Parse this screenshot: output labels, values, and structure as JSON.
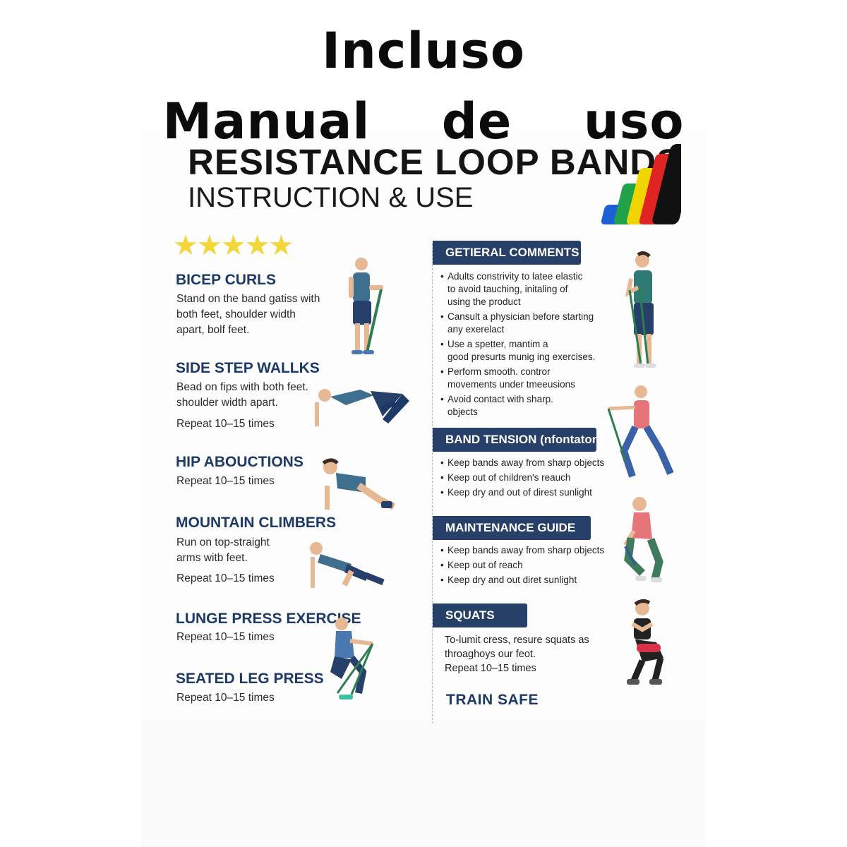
{
  "banner": {
    "line1": "Incluso",
    "line2": "Manual    de    uso"
  },
  "header": {
    "title": "RESISTANCE LOOP BANDS",
    "subtitle": "INSTRUCTION & USE",
    "stars": "★★★★★"
  },
  "exercises": [
    {
      "title": "BICEP CURLS",
      "text": "Stand on the band gatiss with\nboth feet, shoulder width\napart, bolf feet.",
      "repeat": ""
    },
    {
      "title": "SIDE STEP WALLKS",
      "text": "Bead on fips with both feet.\nshoulder width apart.",
      "repeat": "Repeat 10–15 times"
    },
    {
      "title": "HIP ABOUCTIONS",
      "text": "",
      "repeat": "Repeat 10–15 times"
    },
    {
      "title": "MOUNTAIN CLIMBERS",
      "text": "Run on top-straight\narms witb feet.",
      "repeat": "Repeat 10–15 times"
    },
    {
      "title": "LUNGE PRESS EXERCISE",
      "text": "",
      "repeat": "Repeat 10–15 times"
    },
    {
      "title": "SEATED LEG PRESS",
      "text": "",
      "repeat": "Repeat 10–15 times"
    }
  ],
  "sections": {
    "general": {
      "title": "GETIERAL COMMENTS",
      "items": [
        "Adults constrivity to latee elastic\nto avoid tauching, initaling of\nusing the product",
        "Cansult a physician before starting\nany exerelact",
        "Use a spetter, mantim a\ngood presurts munig ing exercises.",
        "Perform smooth. contror\nmovements under tmeeusions",
        "Avoid contact with sharp.\nobjects"
      ]
    },
    "tension": {
      "title": "BAND TENSION  (nfontaton) :",
      "items": [
        "Keep bands away from sharp objects",
        "Keep out of children's reauch",
        "Keep dry and out of direst sunlight"
      ]
    },
    "maintenance": {
      "title": "MAINTENANCE GUIDE",
      "items": [
        "Keep bands away from sharp objects",
        "Keep out of reach",
        "Keep dry and out diret sunlight"
      ]
    },
    "squats": {
      "title": "SQUATS",
      "text": "To-lumit cress, resure squats as\nthroaghoys our feot.\nRepeat 10–15 times"
    }
  },
  "footer": {
    "train": "TRAIN SAFE"
  },
  "colors": {
    "heading_navy": "#1d3a66",
    "section_bg": "#27406a",
    "star_yellow": "#f2d63a",
    "band_green": "#2e7d4f",
    "bands": [
      "#1f5fd6",
      "#1fa24a",
      "#f2d400",
      "#e02424",
      "#111111"
    ]
  },
  "icons": {
    "bands": "resistance-bands-icon",
    "figures": [
      "bicep-curl-figure",
      "side-step-figure",
      "hip-abduction-figure",
      "mountain-climber-figure",
      "lunge-press-figure",
      "seated-leg-press-figure",
      "standing-curl-figure",
      "side-band-figure",
      "band-squat-figure",
      "squat-figure"
    ]
  }
}
